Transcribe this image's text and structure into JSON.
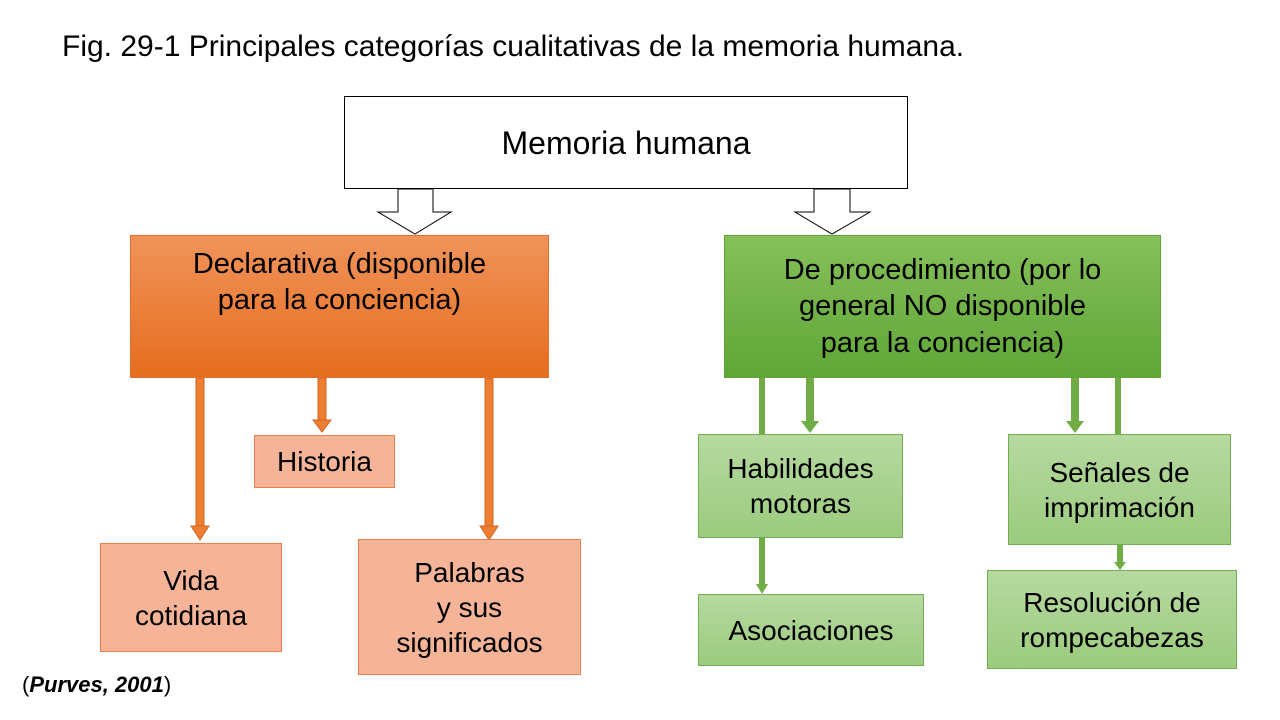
{
  "title": "Fig. 29-1 Principales categorías cualitativas de la memoria humana.",
  "root": "Memoria humana",
  "declarativa": {
    "label": "Declarativa (disponible\npara la conciencia)",
    "children": [
      "Historia",
      "Vida\ncotidiana",
      "Palabras\ny sus\nsignificados"
    ]
  },
  "procedimiento": {
    "label": "De procedimiento (por lo\ngeneral NO disponible\npara la conciencia)",
    "children": [
      "Habilidades\nmotoras",
      "Asociaciones",
      "Señales de\nimprimación",
      "Resolución de\nrompecabezas"
    ]
  },
  "citation": {
    "open": "(",
    "author": "Purves, 2001",
    "close": ")"
  },
  "colors": {
    "orange": "#ed7d31",
    "green": "#70ad47"
  }
}
